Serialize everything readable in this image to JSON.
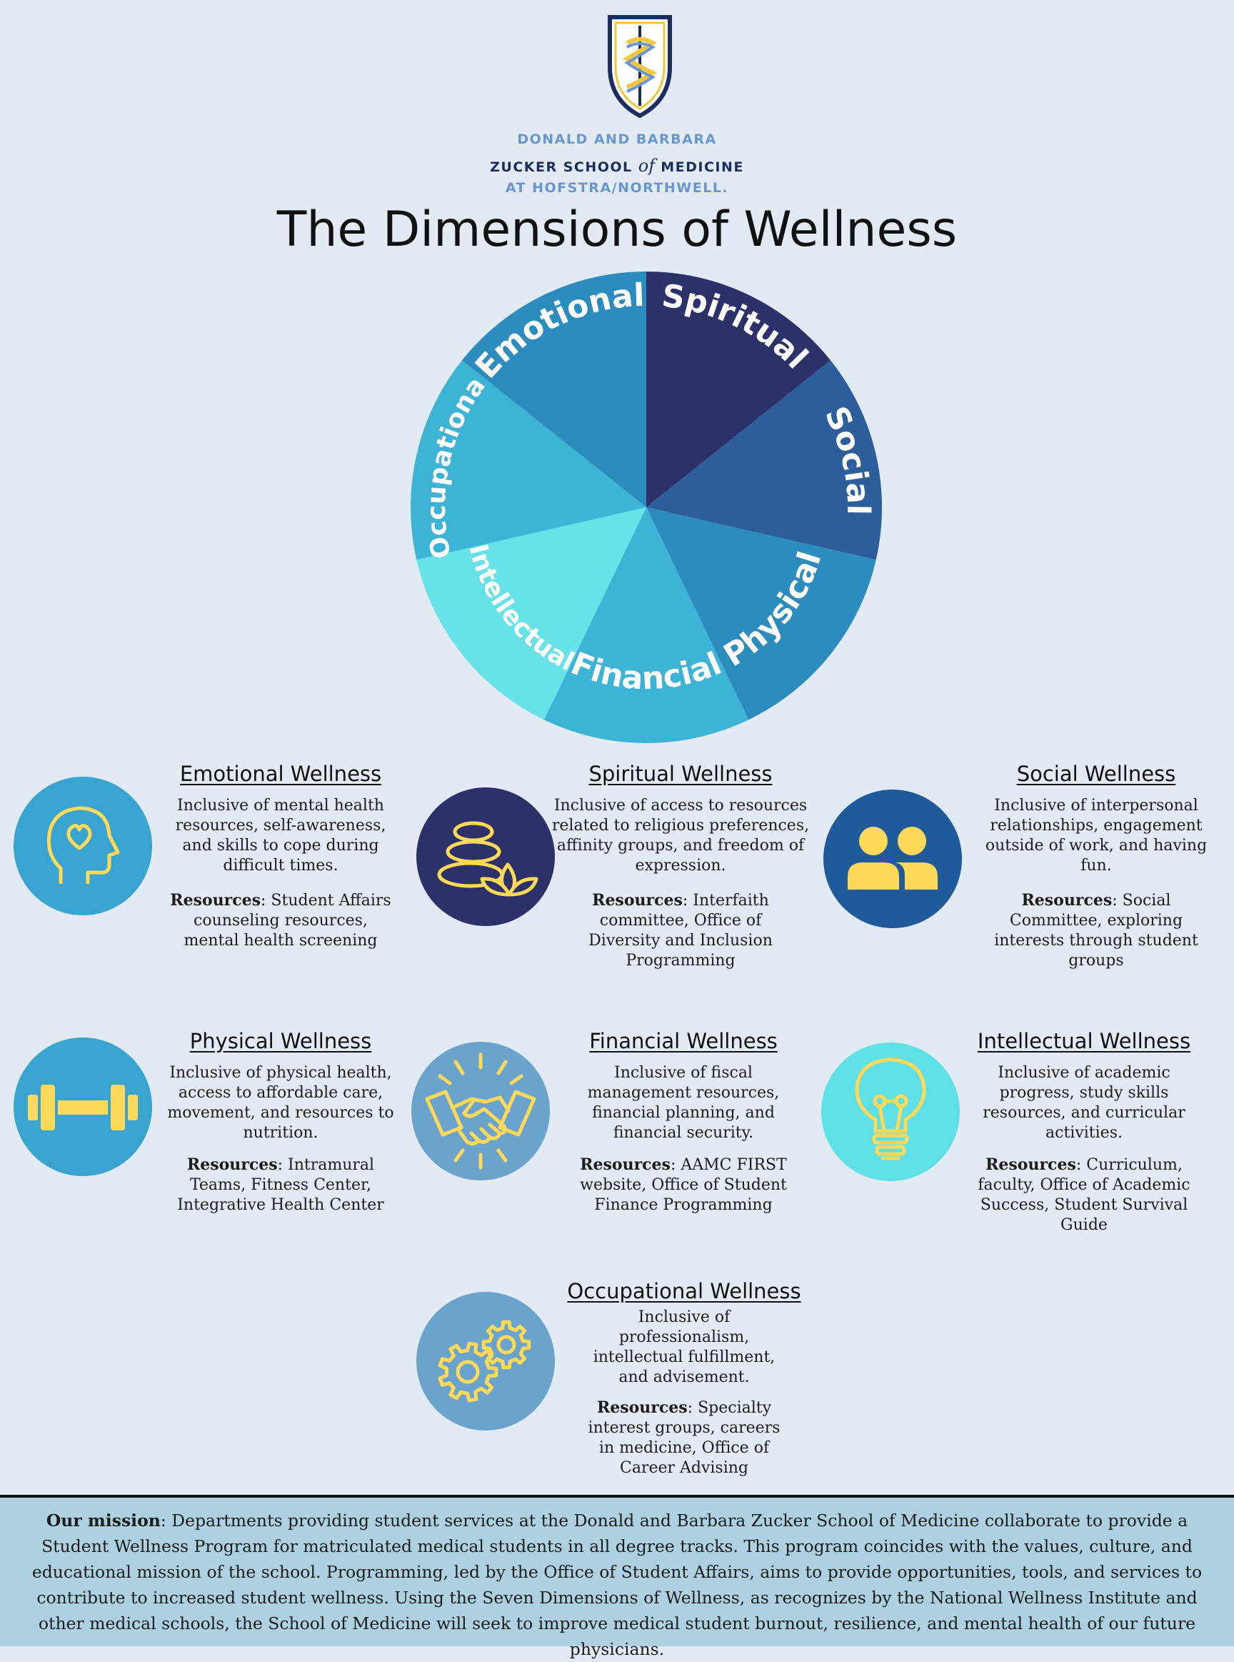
{
  "header": {
    "school_line1": "DONALD AND BARBARA",
    "school_line2_a": "ZUCKER SCHOOL",
    "school_line2_of": "of",
    "school_line2_b": "MEDICINE",
    "school_line3": "AT HOFSTRA/NORTHWELL.",
    "title": "The Dimensions of Wellness"
  },
  "wheel": {
    "segments": [
      {
        "label": "Spiritual",
        "color": "#2d316a"
      },
      {
        "label": "Social",
        "color": "#2b5e9a"
      },
      {
        "label": "Physical",
        "color": "#2c8cbd"
      },
      {
        "label": "Financial",
        "color": "#3db3d6"
      },
      {
        "label": "Intellectual",
        "color": "#66e2e8"
      },
      {
        "label": "Occupational",
        "color": "#3db3d6"
      },
      {
        "label": "Emotional",
        "color": "#2c8cbd"
      }
    ]
  },
  "cards": {
    "emotional": {
      "title": "Emotional Wellness",
      "desc": "Inclusive of mental health resources, self-awareness, and skills to cope during difficult times.",
      "res_label": "Resources",
      "res_text": ": Student Affairs counseling resources, mental health screening",
      "icon": "head-heart-icon",
      "icon_bg": "#3aa4d0"
    },
    "spiritual": {
      "title": "Spiritual Wellness",
      "desc": "Inclusive of access to resources related to religious preferences, affinity groups, and freedom of expression.",
      "res_label": "Resources",
      "res_text": ": Interfaith committee, Office of Diversity and Inclusion Programming",
      "icon": "stones-lotus-icon",
      "icon_bg": "#2d316a"
    },
    "social": {
      "title": "Social Wellness",
      "desc": "Inclusive of interpersonal relationships, engagement outside of work, and having fun.",
      "res_label": "Resources",
      "res_text": ": Social Committee, exploring interests through student groups",
      "icon": "people-icon",
      "icon_bg": "#1f5a9b"
    },
    "physical": {
      "title": "Physical Wellness",
      "desc": "Inclusive of physical health, access to affordable care, movement, and resources to nutrition.",
      "res_label": "Resources",
      "res_text": ": Intramural Teams, Fitness Center, Integrative Health Center",
      "icon": "dumbbell-icon",
      "icon_bg": "#3aa4d0"
    },
    "financial": {
      "title": "Financial Wellness",
      "desc": "Inclusive of fiscal management resources, financial planning, and financial security.",
      "res_label": "Resources",
      "res_text": ": AAMC FIRST website, Office of Student Finance Programming",
      "icon": "handshake-icon",
      "icon_bg": "#6aa3cc"
    },
    "intellectual": {
      "title": "Intellectual Wellness",
      "desc": "Inclusive of academic progress, study skills resources, and curricular activities.",
      "res_label": "Resources",
      "res_text": ": Curriculum, faculty, Office of Academic Success, Student Survival Guide",
      "icon": "lightbulb-icon",
      "icon_bg": "#5ee0e6"
    },
    "occupational": {
      "title": "Occupational Wellness",
      "desc": "Inclusive of professionalism, intellectual fulfillment, and advisement.",
      "res_label": "Resources",
      "res_text": ": Specialty interest groups, careers in medicine, Office of Career Advising",
      "icon": "gears-icon",
      "icon_bg": "#6aa3cc"
    }
  },
  "mission": {
    "label": "Our mission",
    "text": ": Departments providing student services at the Donald and Barbara Zucker School of Medicine collaborate to provide a Student Wellness Program for matriculated medical students in all degree tracks. This program coincides with the values, culture, and educational mission of the school. Programming, led by the Office of Student Affairs, aims to provide opportunities, tools, and services to contribute to increased student wellness. Using the Seven Dimensions of Wellness, as recognizes by the National Wellness Institute and other medical schools, the School of Medicine will seek to improve medical student burnout, resilience, and mental health of our future physicians."
  },
  "colors": {
    "icon_yellow": "#ffd95a",
    "background": "#e2ebf3",
    "mission_bg": "#add1e1"
  }
}
